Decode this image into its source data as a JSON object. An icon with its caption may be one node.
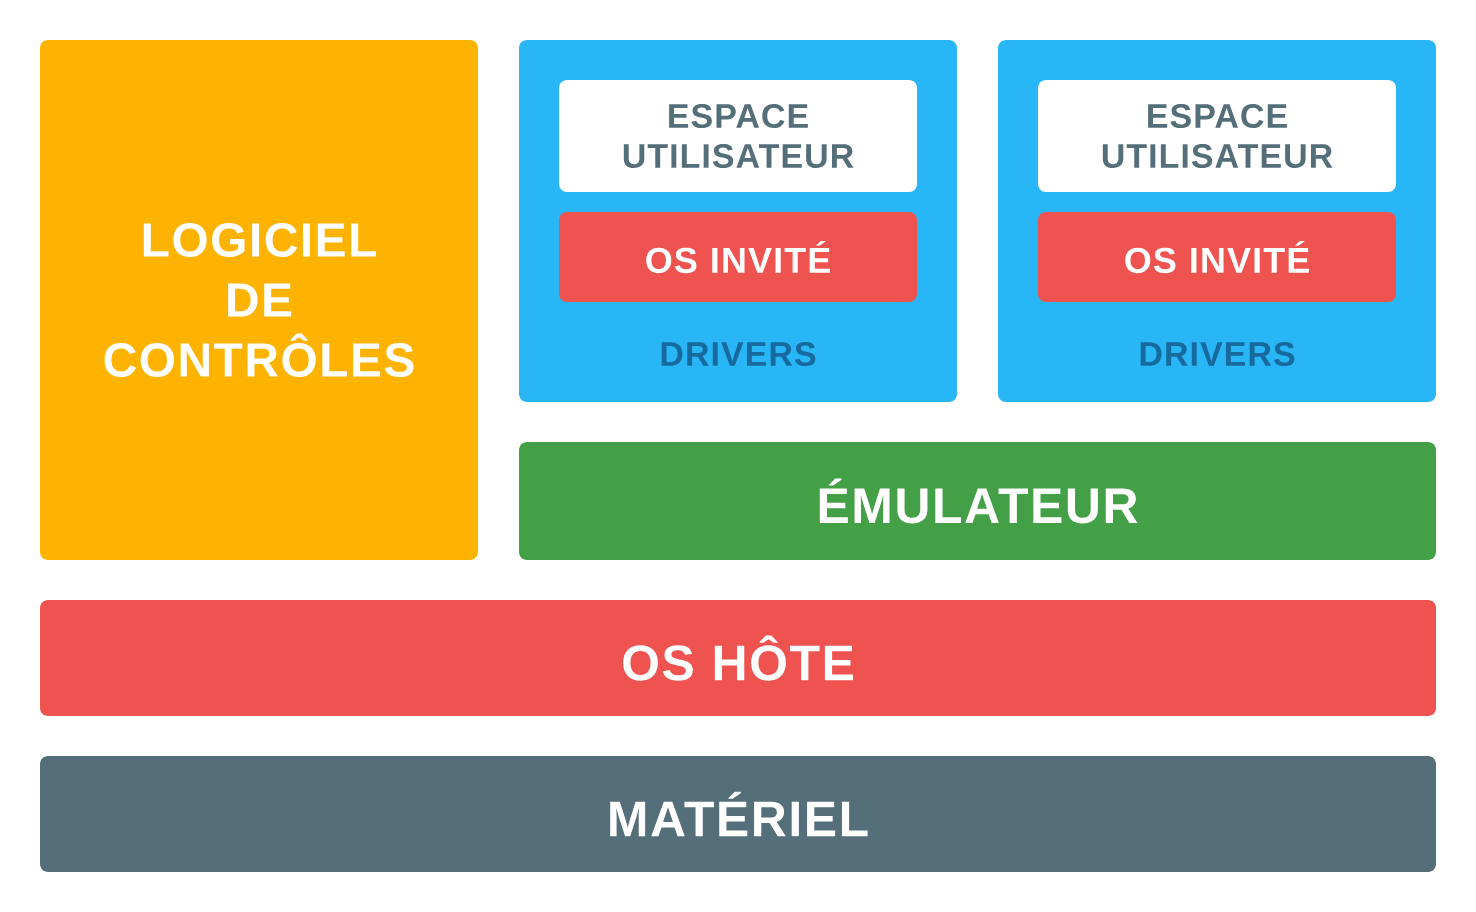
{
  "diagram": {
    "nodes": [
      {
        "text": [
          "LOGICIEL DE CONTRÔLES"
        ]
      },
      {
        "text": [
          "DRIVERS"
        ]
      },
      {
        "text": [
          "ESPACE UTILISATEUR"
        ],
        "in": 1
      },
      {
        "text": [
          "OS INVITÉ"
        ],
        "in": 1
      },
      {
        "text": [
          "DRIVERS"
        ]
      },
      {
        "text": [
          "ESPACE UTILISATEUR"
        ],
        "in": 4
      },
      {
        "text": [
          "OS INVITÉ"
        ],
        "in": 4
      },
      {
        "text": [
          "ÉMULATEUR"
        ]
      },
      {
        "text": [
          "OS HÔTE"
        ]
      },
      {
        "text": [
          "MATÉRIEL"
        ]
      }
    ]
  }
}
